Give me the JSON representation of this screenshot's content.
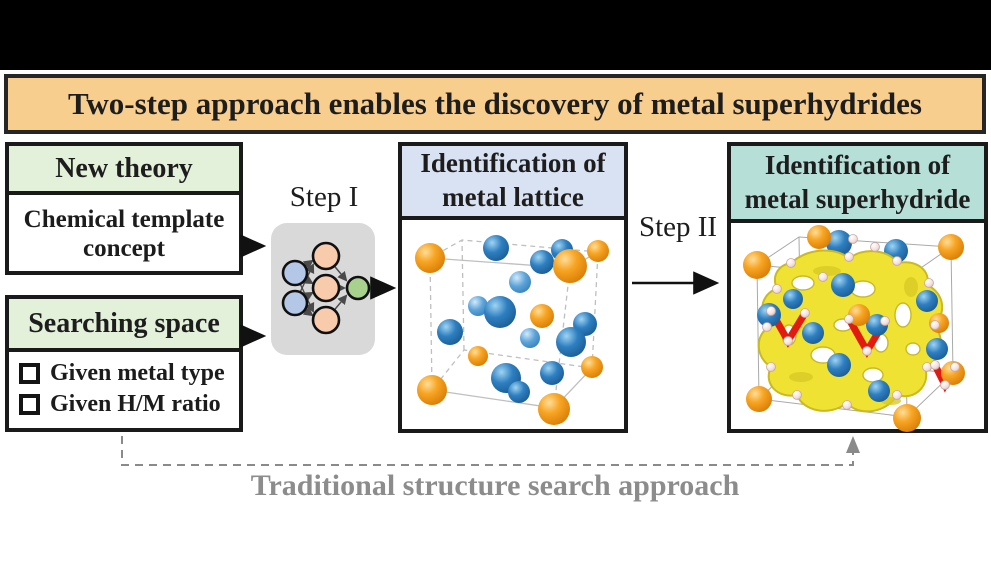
{
  "banner": {
    "title": "Two-step approach enables the discovery of metal superhydrides"
  },
  "new_theory": {
    "header": "New theory",
    "body": "Chemical template concept"
  },
  "searching_space": {
    "header": "Searching space",
    "items": [
      {
        "label": "Given metal type"
      },
      {
        "label": "Given H/M ratio"
      }
    ]
  },
  "steps": {
    "step1": "Step I",
    "step2": "Step II"
  },
  "lattice": {
    "header": "Identification of metal lattice"
  },
  "superhydride": {
    "header": "Identification of metal superhydride"
  },
  "traditional": {
    "label": "Traditional structure search approach"
  },
  "colors": {
    "banner_bg": "#F8CE8E",
    "green_header_bg": "#E3F0DA",
    "blue_header_bg": "#D9E2F3",
    "teal_header_bg": "#B6DFD8",
    "nn_panel_gray": "#D9D9D9",
    "nn_input_node_blue": "#B4C7E7",
    "nn_hidden_node_orange": "#F8CBAD",
    "nn_output_node_green": "#A9D18E",
    "metal_orange": "#F59B1E",
    "metal_blue": "#2E7FC1",
    "hydrogen_pink": "#F7E9E5",
    "isosurface_yellow": "#F0E232",
    "traditional_gray": "#8C8C8C",
    "arrow_black": "#111111"
  }
}
